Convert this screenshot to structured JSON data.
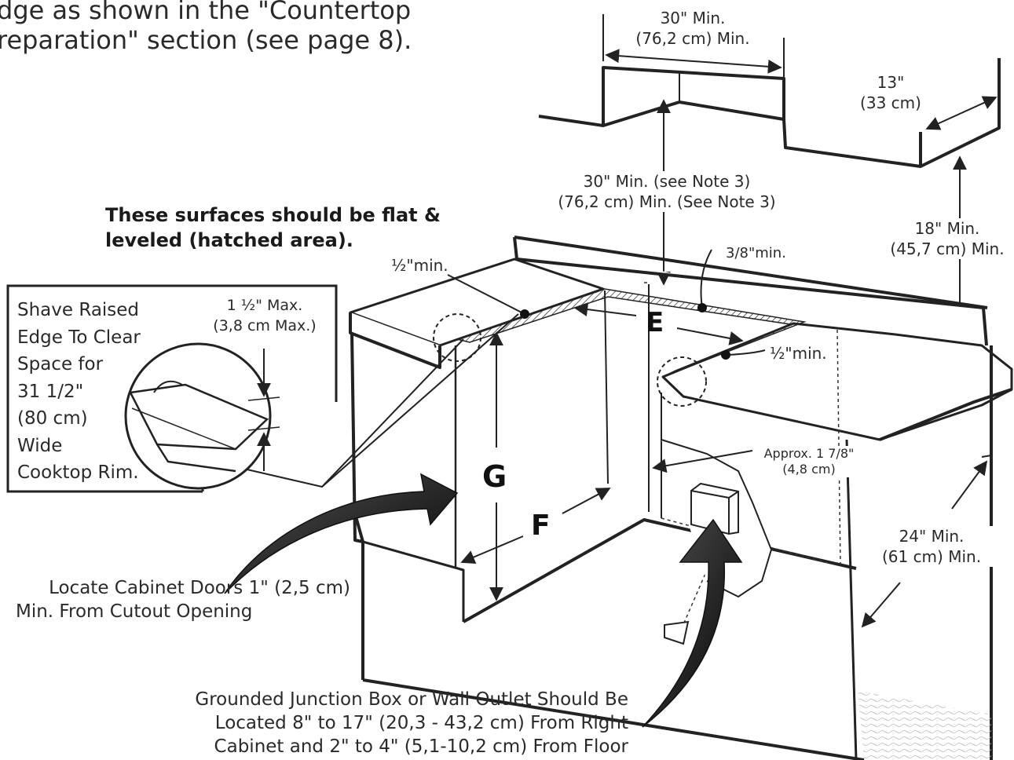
{
  "intro": {
    "line1": "dge as shown in the \"Countertop",
    "line2": "reparation\" section (see page 8)."
  },
  "surfaces_note": {
    "line1": "These surfaces should be flat &",
    "line2": "leveled (hatched area)."
  },
  "inset": {
    "line1": "Shave Raised",
    "line2": "Edge To Clear",
    "line3": "Space for",
    "line4": "31 1/2\"",
    "line5": "(80 cm)",
    "line6": "Wide",
    "line7": "Cooktop Rim.",
    "max_line1": "1 ½\" Max.",
    "max_line2": "(3,8 cm Max.)"
  },
  "dimensions": {
    "top_width_1": "30\" Min.",
    "top_width_2": "(76,2 cm) Min.",
    "depth_1": "13\"",
    "depth_2": "(33 cm)",
    "clearance_1": "30\" Min. (see Note 3)",
    "clearance_2": "(76,2 cm) Min. (See Note 3)",
    "side_1": "18\" Min.",
    "side_2": "(45,7 cm) Min.",
    "half_min_left": "½\"min.",
    "half_min_right": "½\"min.",
    "three_eighths": "3/8\"min.",
    "approx_1": "Approx. 1 7/8\"",
    "approx_2": "(4,8 cm)",
    "cab_1": "24\" Min.",
    "cab_2": "(61 cm) Min."
  },
  "letters": {
    "e": "E",
    "f": "F",
    "g": "G"
  },
  "doors_note": {
    "line1": "Locate Cabinet Doors 1\" (2,5 cm)",
    "line2": "Min. From Cutout Opening"
  },
  "junction_note": {
    "line1": "Grounded Junction Box or Wall Outlet Should Be",
    "line2": "Located 8\" to 17\" (20,3 - 43,2 cm) From Right",
    "line3": "Cabinet and 2\" to 4\" (5,1-10,2 cm) From Floor"
  }
}
